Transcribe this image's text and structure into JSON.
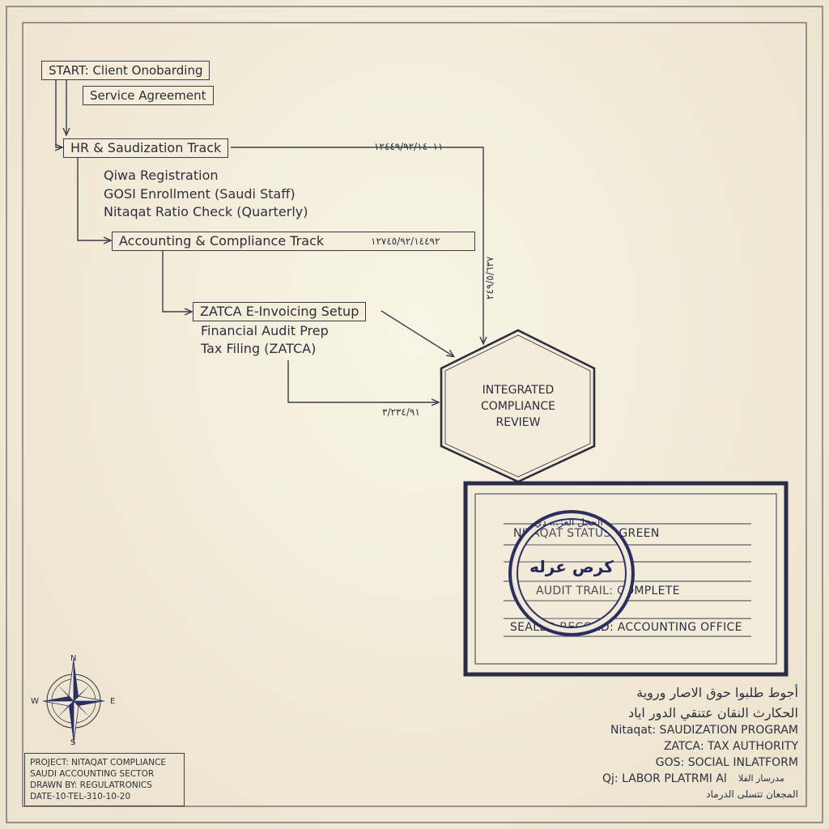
{
  "flow": {
    "start": "START: Client Onobarding",
    "service_agreement": "Service Agreement",
    "hr_track": "HR & Saudization Track",
    "hr_date": "١٢٤٤٩/٩٢/١٤٠١١",
    "hr_steps": [
      "Qiwa Registration",
      "GOSI Enrollment (Saudi Staff)",
      "Nitaqat Ratio Check (Quarterly)"
    ],
    "accounting_track": "Accounting & Compliance Track",
    "accounting_date": "١٢٧٤٥/٩٢/١٤٤٩٢",
    "vertical_date": "٢٤٩/٥/٦٣٧",
    "zatca_setup": "ZATCA E-Invoicing Setup",
    "zatca_steps": [
      "Financial Audit Prep",
      "Tax Filing (ZATCA)"
    ],
    "zatca_date": "٣/٢٣٤/٩١",
    "review_lines": [
      "INTEGRATED",
      "COMPLIANCE",
      "REVIEW"
    ]
  },
  "record_panel": {
    "lines": [
      "NITAQAT STATUS: GREEN",
      "AUDIT TRAIL: COMPLETE",
      "SEALED RECORD: ACCOUNTING OFFICE"
    ],
    "seal_text": "كرص عرله",
    "seal_ring_text": "الحجل العز... دي"
  },
  "legend": {
    "arabic_line_1": "أجوط طلبوا حوق الاصار وروية",
    "arabic_line_2": "الحكارث النقان عتنقي الدور اياد",
    "items": [
      "Nitaqat: SAUDIZATION PROGRAM",
      "ZATCA: TAX AUTHORITY",
      "GOS: SOCIAL INLATFORM",
      "Qj: LABOR PLATRMI Al"
    ],
    "arabic_inline": "مدرسار الفلا",
    "arabic_line_3": "المجعان تتسلى الدرماد"
  },
  "title_block": {
    "lines": [
      "PROJECT: NITAQAT COMPLIANCE",
      "SAUDI ACCOUNTING SECTOR",
      "DRAWN BY: REGULATRONICS",
      "DATE-10-TEL-310-10-20"
    ]
  },
  "compass": {
    "n": "N",
    "s": "S",
    "e": "E",
    "w": "W"
  },
  "colors": {
    "ink": "#2b2d3a",
    "seal": "#2a2f63",
    "paper": "#f1e9d6"
  }
}
